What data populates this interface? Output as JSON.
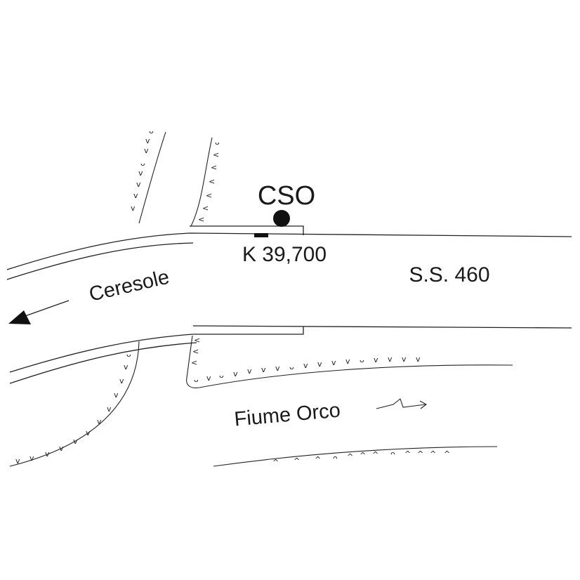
{
  "labels": {
    "station": "CSO",
    "km_marker": "K 39,700",
    "road": "S.S. 460",
    "direction": "Ceresole",
    "river": "Fiume Orco"
  },
  "colors": {
    "ink": "#1a1a1a",
    "background": "#ffffff"
  },
  "icons": {
    "station": "filled-circle-icon",
    "km_marker": "black-bar-icon",
    "direction": "arrow-left-icon",
    "flow": "flow-arrow-icon"
  }
}
